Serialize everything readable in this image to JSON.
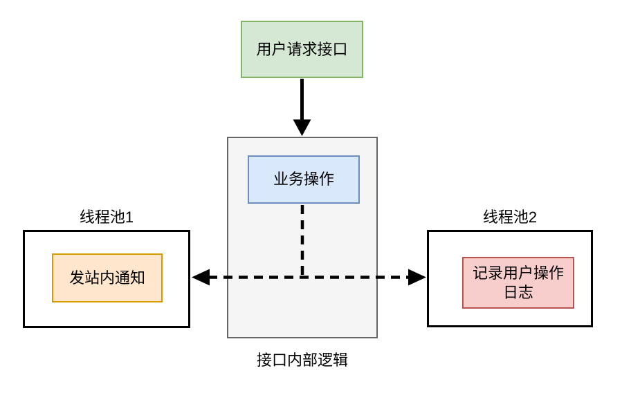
{
  "diagram": {
    "nodes": {
      "user_request": {
        "label": "用户请求接口",
        "fill": "#d5e8d4",
        "border": "#82b366"
      },
      "container": {
        "label": "接口内部逻辑",
        "fill": "#f5f5f5",
        "border": "#666666"
      },
      "business_op": {
        "label": "业务操作",
        "fill": "#dae8fc",
        "border": "#6c8ebf"
      },
      "thread_pool_1": {
        "title": "线程池1",
        "fill": "#ffffff",
        "border": "#000000"
      },
      "send_notify": {
        "label": "发站内通知",
        "fill": "#ffe6cc",
        "border": "#d79b00"
      },
      "thread_pool_2": {
        "title": "线程池2",
        "fill": "#ffffff",
        "border": "#000000"
      },
      "log_action": {
        "label": "记录用户操作\n日志",
        "fill": "#f8cecc",
        "border": "#b85450"
      }
    },
    "edges": {
      "solid_arrow": {
        "from": "user_request",
        "to": "container",
        "style": "solid",
        "color": "#000000"
      },
      "dashed_arrow": {
        "from": "business_op",
        "to": [
          "thread_pool_1",
          "thread_pool_2"
        ],
        "style": "dashed",
        "color": "#000000"
      }
    }
  }
}
